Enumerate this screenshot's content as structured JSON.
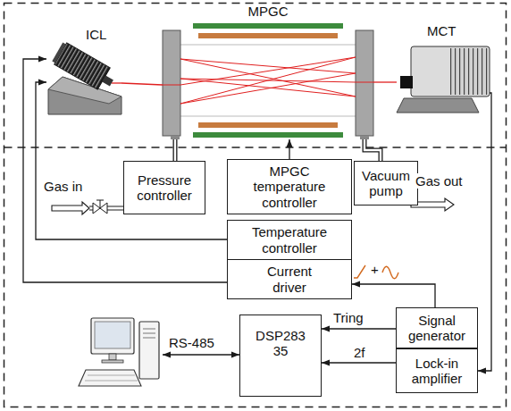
{
  "diagram": {
    "nodes": [
      {
        "text": [
          "ICL"
        ]
      },
      {
        "text": [
          "MPGC"
        ]
      },
      {
        "text": [
          "MCT"
        ]
      },
      {
        "text": [
          "Pressure controller"
        ]
      },
      {
        "text": [
          "MPGC temperature controller"
        ]
      },
      {
        "text": [
          "Vacuum pump"
        ]
      },
      {
        "text": [
          "Temperature controller"
        ]
      },
      {
        "text": [
          "Current driver"
        ]
      },
      {
        "text": [
          "DSP283 35"
        ]
      },
      {
        "text": [
          "Signal generator"
        ]
      },
      {
        "text": [
          "Lock-in amplifier"
        ]
      }
    ],
    "edges": [
      {
        "from": 0,
        "to": 1,
        "arrow": "none"
      },
      {
        "from": 1,
        "to": 2,
        "arrow": "none"
      },
      {
        "from": 3,
        "to": 1,
        "arrow": "none"
      },
      {
        "from": 4,
        "to": 1,
        "arrow": "to"
      },
      {
        "from": 1,
        "to": 5,
        "arrow": "none"
      },
      {
        "from": 6,
        "to": 0,
        "arrow": "to"
      },
      {
        "from": 7,
        "to": 0,
        "arrow": "to"
      },
      {
        "from": 9,
        "to": 7,
        "arrow": "to"
      },
      {
        "from": 9,
        "to": 8,
        "arrow": "to",
        "label": "Tring"
      },
      {
        "from": 10,
        "to": 8,
        "arrow": "to",
        "label": "2f"
      },
      {
        "from": 2,
        "to": 10,
        "arrow": "to"
      }
    ],
    "labels": [
      "Gas in",
      "Gas out",
      "+",
      "RS-485"
    ]
  }
}
